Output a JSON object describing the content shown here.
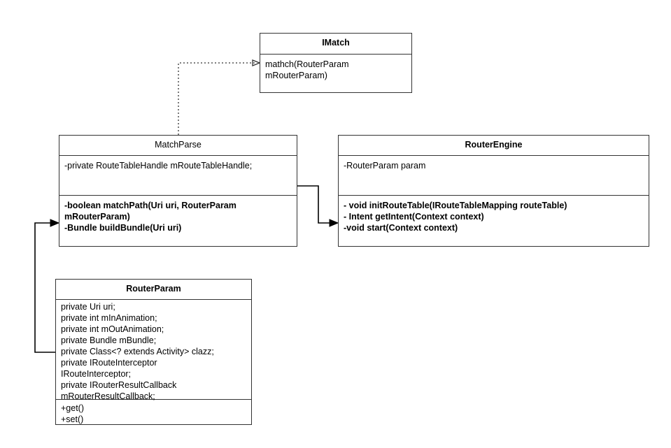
{
  "diagram": {
    "type": "uml-class-diagram",
    "classes": [
      {
        "id": "imatch",
        "name": "IMatch",
        "title_bold": true,
        "sections": [
          {
            "text": "mathch(RouterParam\nmRouterParam)",
            "bold": false
          }
        ]
      },
      {
        "id": "matchparse",
        "name": "MatchParse",
        "title_bold": false,
        "sections": [
          {
            "text": "-private RouteTableHandle mRouteTableHandle;",
            "bold": false
          },
          {
            "text": "-boolean matchPath(Uri uri, RouterParam\nmRouterParam)\n-Bundle buildBundle(Uri uri)",
            "bold": true
          }
        ]
      },
      {
        "id": "routerengine",
        "name": "RouterEngine",
        "title_bold": true,
        "sections": [
          {
            "text": "-RouterParam param",
            "bold": false
          },
          {
            "text": "- void initRouteTable(IRouteTableMapping routeTable)\n- Intent getIntent(Context context)\n-void start(Context context)",
            "bold": true
          }
        ]
      },
      {
        "id": "routerparam",
        "name": "RouterParam",
        "title_bold": true,
        "sections": [
          {
            "text": "private Uri uri;\nprivate int mInAnimation;\nprivate int mOutAnimation;\nprivate Bundle mBundle;\nprivate Class<? extends Activity> clazz;\nprivate IRouteInterceptor\nIRouteInterceptor;\nprivate IRouterResultCallback\nmRouterResultCallback;",
            "bold": false
          },
          {
            "text": "+get()\n+set()",
            "bold": false
          }
        ]
      }
    ],
    "connectors": [
      {
        "name": "matchparse-implements-imatch",
        "style": "dotted-arrow"
      },
      {
        "name": "matchparse-to-routerengine",
        "style": "solid-arrow"
      },
      {
        "name": "routerparam-to-matchparse",
        "style": "solid-arrow"
      }
    ],
    "colors": {
      "stroke": "#333333",
      "background": "#ffffff",
      "text": "#000000"
    }
  }
}
